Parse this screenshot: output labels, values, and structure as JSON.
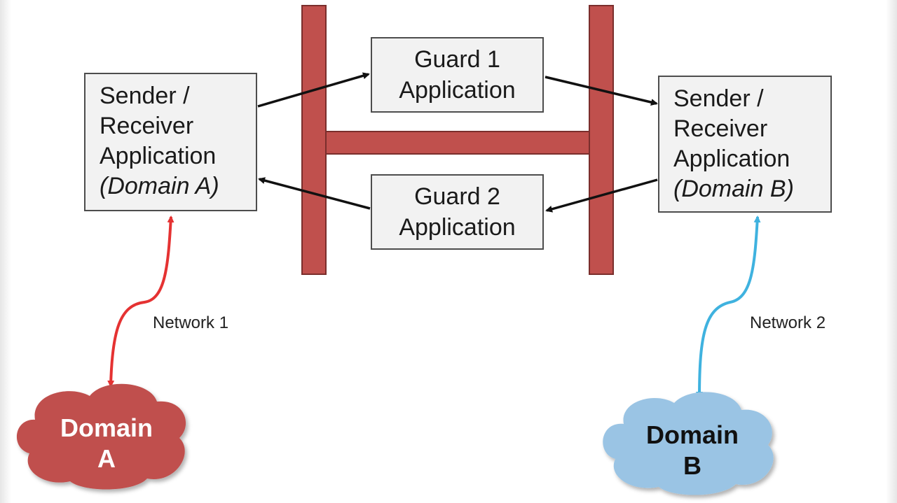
{
  "colors": {
    "firewall": "#c0504d",
    "firewall_border": "#7a2e2c",
    "box_fill": "#f2f2f2",
    "box_border": "#4d4d4d",
    "arrow": "#111111",
    "network1": "#e53232",
    "network2": "#3fb2df",
    "cloud_a_fill": "#c0504d",
    "cloud_a_text": "#ffffff",
    "cloud_b_fill": "#9ac4e4",
    "cloud_b_text": "#111111"
  },
  "left_app": {
    "lines": [
      "Sender /",
      "Receiver",
      "Application",
      "(Domain A)"
    ]
  },
  "right_app": {
    "lines": [
      "Sender /",
      "Receiver",
      "Application",
      "(Domain B)"
    ]
  },
  "guard1": {
    "lines": [
      "Guard 1",
      "Application"
    ]
  },
  "guard2": {
    "lines": [
      "Guard 2",
      "Application"
    ]
  },
  "network1_label": "Network 1",
  "network2_label": "Network 2",
  "cloud_a": {
    "lines": [
      "Domain",
      "A"
    ]
  },
  "cloud_b": {
    "lines": [
      "Domain",
      "B"
    ]
  }
}
